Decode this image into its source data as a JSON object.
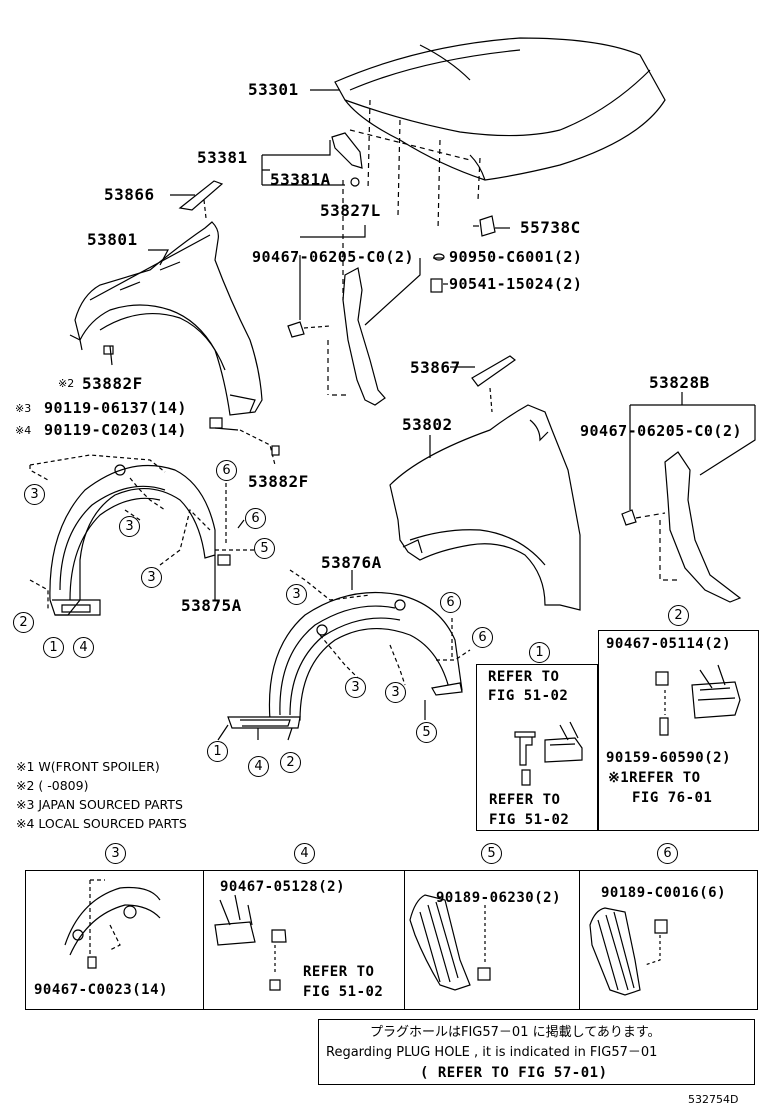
{
  "labels": {
    "hood": "53301",
    "hood_support": "53381",
    "hood_cushion": "53381A",
    "seal_l": "53866",
    "fender_l": "53801",
    "bracket_l": "53827L",
    "clip_55738": "55738C",
    "bolt_l_left": "90467-06205-C0(2)",
    "clip_c6001": "90950-C6001(2)",
    "clip_15024": "90541-15024(2)",
    "pad_53882_top": "53882F",
    "bolt_06137": "90119-06137(14)",
    "bolt_c0203": "90119-C0203(14)",
    "pad_53882_bot": "53882F",
    "seal_r": "53867",
    "fender_r": "53802",
    "bracket_r": "53828B",
    "bolt_r": "90467-06205-C0(2)",
    "liner_l": "53875A",
    "liner_r": "53876A"
  },
  "marks": {
    "m2": "※2",
    "m3": "※3",
    "m4": "※4"
  },
  "legend": {
    "n1": "※1  W(FRONT SPOILER)",
    "n2": "※2  (          -0809)",
    "n3": "※3  JAPAN SOURCED PARTS",
    "n4": "※4  LOCAL SOURCED PARTS"
  },
  "callouts": {
    "c1": "1",
    "c2": "2",
    "c3": "3",
    "c4": "4",
    "c5": "5",
    "c6": "6"
  },
  "box1": {
    "refer_a1": "REFER TO",
    "refer_a2": "FIG 51-02",
    "refer_b1": "REFER TO",
    "refer_b2": "FIG 51-02"
  },
  "box2": {
    "part_a": "90467-05114(2)",
    "part_b": "90159-60590(2)",
    "refer_1": "※1REFER TO",
    "refer_2": "FIG 76-01"
  },
  "box3": {
    "part": "90467-C0023(14)"
  },
  "box4": {
    "part": "90467-05128(2)",
    "refer_1": "REFER TO",
    "refer_2": "FIG 51-02"
  },
  "box5": {
    "part": "90189-06230(2)"
  },
  "box6": {
    "part": "90189-C0016(6)"
  },
  "plug_note": {
    "line1": "プラグホールはFIG57－01 に掲載してあります。",
    "line2": "Regarding  PLUG HOLE , it is indicated in FIG57－01",
    "line3": "( REFER TO FIG 57-01)"
  },
  "diagram_code": "532754D"
}
